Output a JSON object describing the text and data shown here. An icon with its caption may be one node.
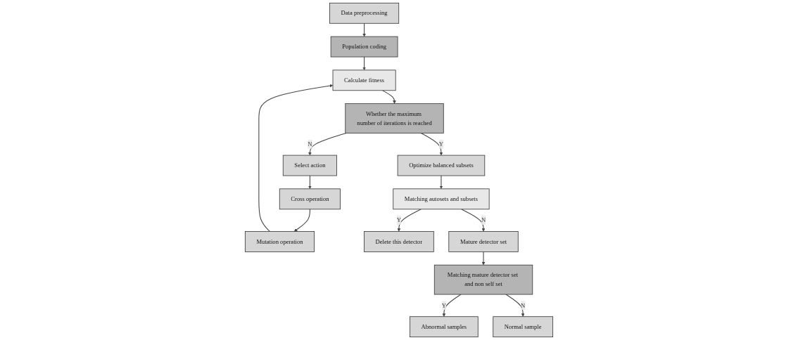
{
  "diagram": {
    "nodes": [
      {
        "text": [
          "Data preprocessing"
        ]
      },
      {
        "text": [
          "Population coding"
        ]
      },
      {
        "text": [
          "Calculate fitness"
        ]
      },
      {
        "text": [
          "Whether the maximum number of iterations is reached"
        ]
      },
      {
        "text": [
          "Select action"
        ]
      },
      {
        "text": [
          "Cross operation"
        ]
      },
      {
        "text": [
          "Mutation operation"
        ]
      },
      {
        "text": [
          "Optimize balanced subsets"
        ]
      },
      {
        "text": [
          "Matching autosets and subsets"
        ]
      },
      {
        "text": [
          "Delete this detector"
        ]
      },
      {
        "text": [
          "Mature detector set"
        ]
      },
      {
        "text": [
          "Matching mature detector set and non self set"
        ]
      },
      {
        "text": [
          "Abnormal samples"
        ]
      },
      {
        "text": [
          "Normal sample"
        ]
      }
    ],
    "edges": [
      {
        "from": 0,
        "to": 1,
        "arrow": "to"
      },
      {
        "from": 1,
        "to": 2,
        "arrow": "to"
      },
      {
        "from": 2,
        "to": 3,
        "arrow": "to"
      },
      {
        "from": 3,
        "to": 4,
        "arrow": "to",
        "label": "N"
      },
      {
        "from": 4,
        "to": 5,
        "arrow": "to"
      },
      {
        "from": 5,
        "to": 6,
        "arrow": "to"
      },
      {
        "from": 6,
        "to": 2,
        "arrow": "to"
      },
      {
        "from": 3,
        "to": 7,
        "arrow": "to",
        "label": "Y"
      },
      {
        "from": 7,
        "to": 8,
        "arrow": "to"
      },
      {
        "from": 8,
        "to": 9,
        "arrow": "to",
        "label": "Y"
      },
      {
        "from": 8,
        "to": 10,
        "arrow": "to",
        "label": "N"
      },
      {
        "from": 10,
        "to": 11,
        "arrow": "to"
      },
      {
        "from": 11,
        "to": 12,
        "arrow": "to",
        "label": "Y"
      },
      {
        "from": 11,
        "to": 13,
        "arrow": "to",
        "label": "N"
      }
    ]
  }
}
